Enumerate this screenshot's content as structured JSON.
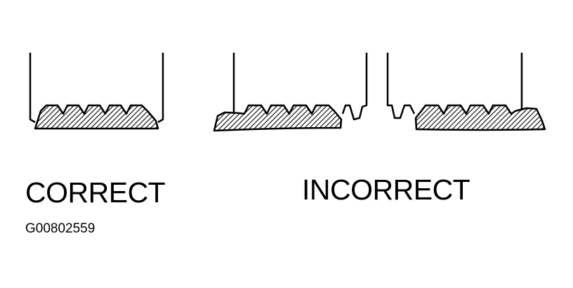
{
  "labels": {
    "correct": "CORRECT",
    "incorrect": "INCORRECT",
    "figure_id": "G00802559"
  },
  "colors": {
    "ink": "#000000",
    "paper": "#ffffff"
  }
}
